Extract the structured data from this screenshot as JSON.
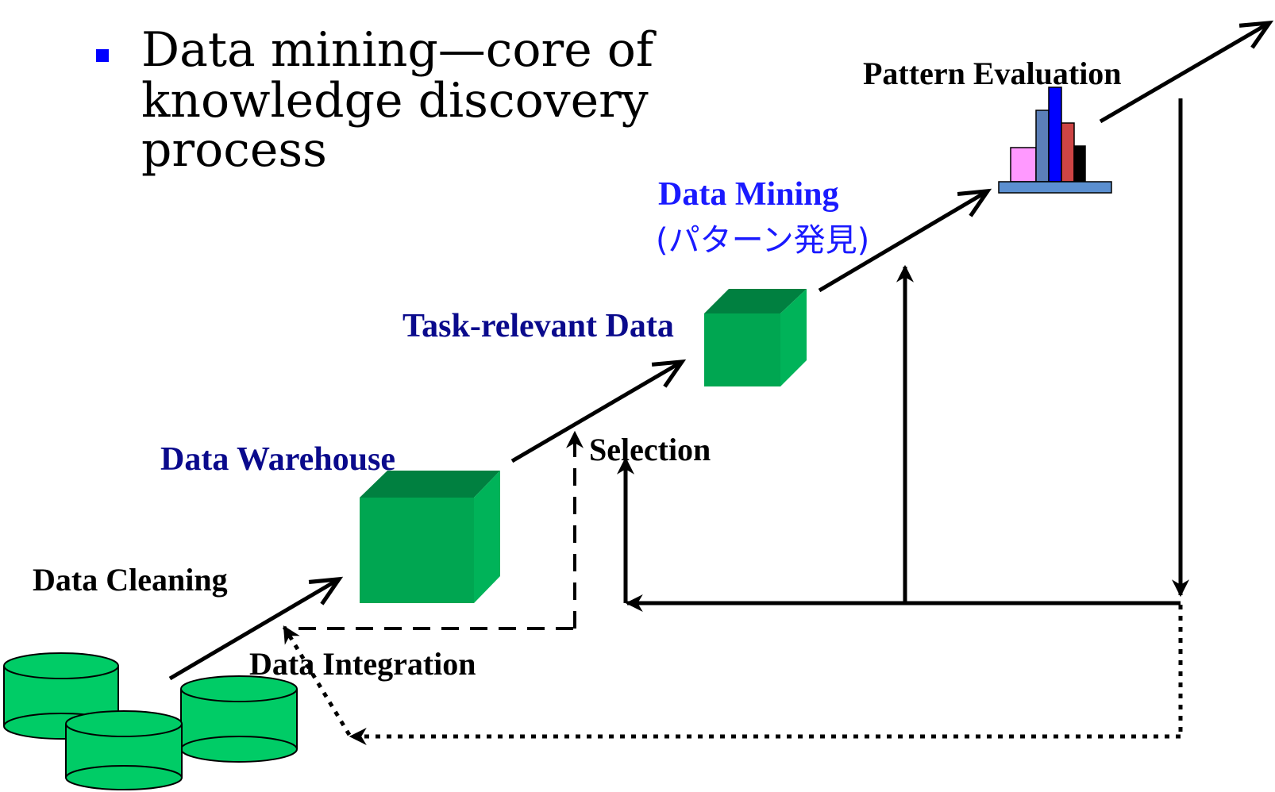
{
  "bullet": {
    "lines": [
      "Data mining—core of",
      "knowledge discovery",
      "process"
    ],
    "marker_color": "#0000ff"
  },
  "labels": {
    "pattern_evaluation": "Pattern Evaluation",
    "data_mining": "Data Mining",
    "data_mining_jp": "(パターン発見)",
    "task_relevant_data": "Task-relevant Data",
    "data_warehouse": "Data Warehouse",
    "selection": "Selection",
    "data_cleaning": "Data Cleaning",
    "data_integration": "Data Integration"
  },
  "icons": {
    "databases": "cylinder-database-icon",
    "warehouse": "green-cube-icon",
    "task_data": "green-cube-icon",
    "patterns": "bar-chart-icon"
  },
  "colors": {
    "navy_label": "#0a0a8c",
    "blue_label": "#1a1aff",
    "black_label": "#000000",
    "cube_front": "#00a651",
    "cube_top": "#008040",
    "cube_side": "#00b359",
    "cylinder": "#00cc66",
    "bar_pink": "#ff99ff",
    "bar_blue": "#5b7fb8",
    "bar_dark_blue": "#0000ff",
    "bar_red": "#cc4444",
    "bar_black": "#000000",
    "bar_base": "#5b8fd0"
  }
}
